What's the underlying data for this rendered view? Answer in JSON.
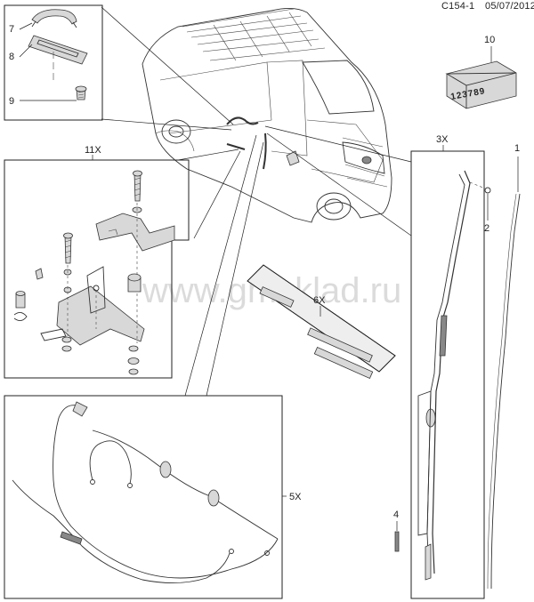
{
  "header": {
    "code": "C154-1",
    "date": "05/07/2012"
  },
  "watermark": "www.gmsklad.ru",
  "callouts": {
    "n1": "1",
    "n2": "2",
    "n3": "3X",
    "n4": "4",
    "n5": "5X",
    "n6": "6X",
    "n7": "7",
    "n8": "8",
    "n9": "9",
    "n10": "10",
    "n11": "11X"
  },
  "label_sample": "123789"
}
